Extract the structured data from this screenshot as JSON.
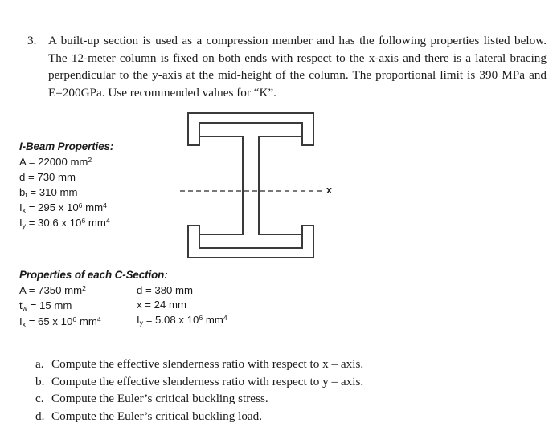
{
  "problem": {
    "number": "3.",
    "text": "A built-up section is used as a compression member and has the following properties listed below. The 12-meter column is fixed on both ends with respect to the x-axis and there is a lateral bracing perpendicular to the y-axis at the mid-height of the column. The proportional limit is 390 MPa and E=200GPa. Use recommended values for “K”."
  },
  "ibeam_properties": {
    "title": "I-Beam Properties:",
    "lines": [
      {
        "symbol": "A",
        "sub": "",
        "value": " = 22000 mm",
        "sup": "2"
      },
      {
        "symbol": "d",
        "sub": "",
        "value": " = 730 mm",
        "sup": ""
      },
      {
        "symbol": "b",
        "sub": "f",
        "value": " = 310 mm",
        "sup": ""
      },
      {
        "symbol": "I",
        "sub": "x",
        "value": " = 295 x 10",
        "sup": "6",
        "tail": " mm",
        "tailsup": "4"
      },
      {
        "symbol": "I",
        "sub": "y",
        "value": " = 30.6 x 10",
        "sup": "6",
        "tail": " mm",
        "tailsup": "4"
      }
    ]
  },
  "csection_properties": {
    "title": "Properties of each C-Section:",
    "left_column": [
      {
        "symbol": "A",
        "sub": "",
        "value": " = 7350 mm",
        "sup": "2"
      },
      {
        "symbol": "t",
        "sub": "w",
        "value": " = 15 mm",
        "sup": ""
      },
      {
        "symbol": "I",
        "sub": "x",
        "value": " = 65 x 10",
        "sup": "6",
        "tail": " mm",
        "tailsup": "4"
      }
    ],
    "right_column": [
      {
        "symbol": "d",
        "sub": "",
        "value": " = 380 mm",
        "sup": ""
      },
      {
        "symbol": "x",
        "sub": "",
        "value": " = 24 mm",
        "sup": ""
      },
      {
        "symbol": "I",
        "sub": "y",
        "value": " = 5.08 x 10",
        "sup": "6",
        "tail": " mm",
        "tailsup": "4"
      }
    ]
  },
  "figure": {
    "name": "built-up-section-cross-section",
    "axis_label": "x",
    "description": "Wide-flange I-beam with C-channels capping the top and bottom flanges",
    "line_color": "#3a3a3a",
    "axis_style": "dashed"
  },
  "questions": [
    {
      "marker": "a.",
      "text": "Compute the effective slenderness ratio with respect to x – axis."
    },
    {
      "marker": "b.",
      "text": "Compute the effective slenderness ratio with respect to y – axis."
    },
    {
      "marker": "c.",
      "text": "Compute the Euler’s critical buckling stress."
    },
    {
      "marker": "d.",
      "text": "Compute the Euler’s critical buckling load."
    }
  ]
}
